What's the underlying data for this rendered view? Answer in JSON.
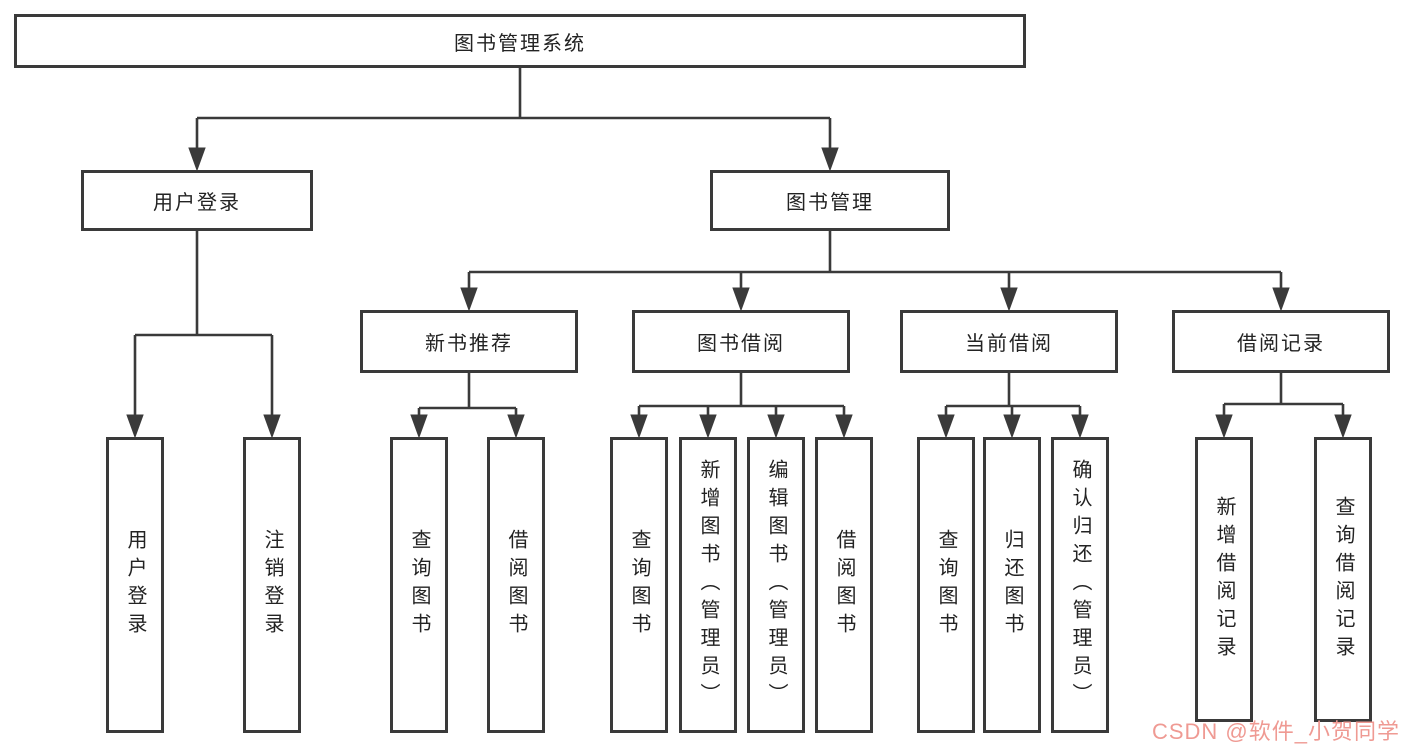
{
  "diagram": {
    "root": "图书管理系统",
    "level2": {
      "user_login": {
        "label": "用户登录",
        "children": [
          "用户登录",
          "注销登录"
        ]
      },
      "book_management": {
        "label": "图书管理",
        "modules": [
          {
            "label": "新书推荐",
            "children": [
              "查询图书",
              "借阅图书"
            ]
          },
          {
            "label": "图书借阅",
            "children": [
              "查询图书",
              "新增图书（管理员）",
              "编辑图书（管理员）",
              "借阅图书"
            ]
          },
          {
            "label": "当前借阅",
            "children": [
              "查询图书",
              "归还图书",
              "确认归还（管理员）"
            ]
          },
          {
            "label": "借阅记录",
            "children": [
              "新增借阅记录",
              "查询借阅记录"
            ]
          }
        ]
      }
    }
  },
  "watermark": {
    "text": "CSDN @软件_小贺同学"
  },
  "colors": {
    "line": "#3a3a3a",
    "text": "#232323",
    "box_background": "#ffffff",
    "watermark": "#ef9a93",
    "background": "#ffffff"
  }
}
